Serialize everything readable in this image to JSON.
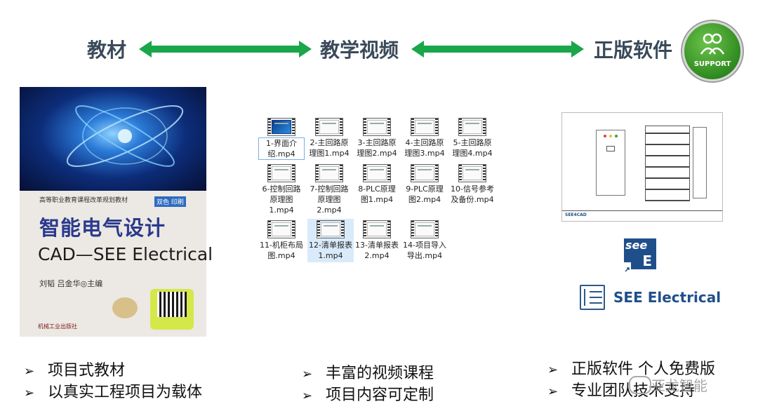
{
  "header": {
    "label_left": "教材",
    "label_center": "教学视频",
    "label_right": "正版软件",
    "arrow_color": "#1aa64a",
    "support_badge": "SUPPORT"
  },
  "book": {
    "series": "高等职业教育课程改革规划教材",
    "tag": "双色 印刷",
    "title_cn": "智能电气设计",
    "title_en": "CAD—SEE Electrical",
    "authors": "刘韬  吕金华◎主编",
    "publisher": "机械工业出版社"
  },
  "videos": [
    {
      "caption": "1-界面介绍.mp4",
      "icon": "video-file-icon"
    },
    {
      "caption": "2-主回路原理图1.mp4",
      "icon": "video-file-icon"
    },
    {
      "caption": "3-主回路原理图2.mp4",
      "icon": "video-file-icon"
    },
    {
      "caption": "4-主回路原理图3.mp4",
      "icon": "video-file-icon"
    },
    {
      "caption": "5-主回路原理图4.mp4",
      "icon": "video-file-icon"
    },
    {
      "caption": "6-控制回路原理图1.mp4",
      "icon": "video-file-icon"
    },
    {
      "caption": "7-控制回路原理图2.mp4",
      "icon": "video-file-icon"
    },
    {
      "caption": "8-PLC原理图1.mp4",
      "icon": "video-file-icon"
    },
    {
      "caption": "9-PLC原理图2.mp4",
      "icon": "video-file-icon"
    },
    {
      "caption": "10-信号参考及备份.mp4",
      "icon": "video-file-icon"
    },
    {
      "caption": "11-机柜布局图.mp4",
      "icon": "video-file-icon"
    },
    {
      "caption": "12-清单报表1.mp4",
      "icon": "video-file-icon",
      "selected": true
    },
    {
      "caption": "13-清单报表2.mp4",
      "icon": "video-file-icon"
    },
    {
      "caption": "14-项目导入导出.mp4",
      "icon": "video-file-icon"
    }
  ],
  "software": {
    "icon_text_top": "see",
    "icon_text_e": "E",
    "logo_text": "SEE Electrical",
    "drawing_brand": "SEE4CAD",
    "brand_color": "#1f4f8a"
  },
  "bullets": {
    "left": [
      "项目式教材",
      "以真实工程项目为载体"
    ],
    "center": [
      "丰富的视频课程",
      "项目内容可定制"
    ],
    "right": [
      "正版软件 个人免费版",
      "专业团队技术支持"
    ],
    "mark": "➢"
  },
  "watermark": "亚龙智能"
}
